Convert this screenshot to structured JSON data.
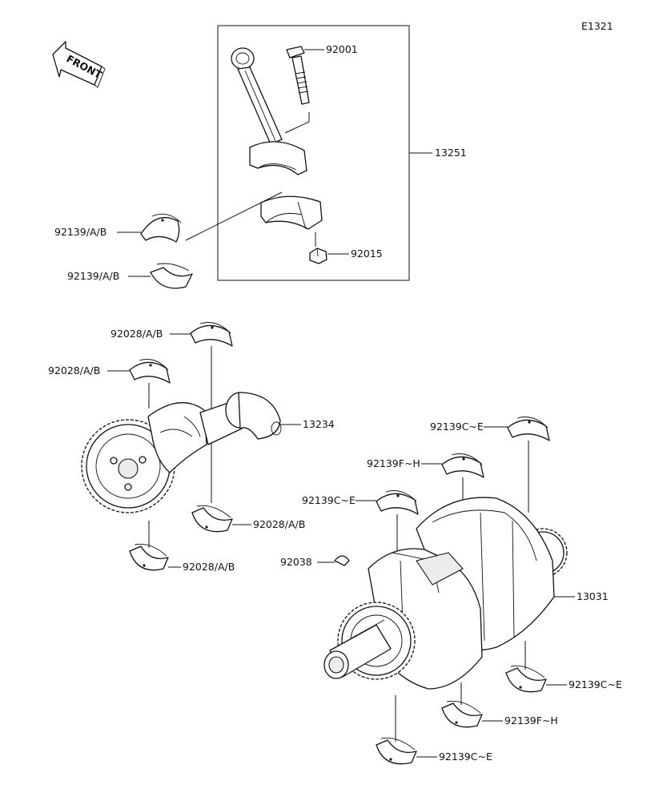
{
  "diagram_id": "E1321",
  "direction_label": "FRONT",
  "parts": {
    "bolt": "92001",
    "con_rod_assy": "13251",
    "nut": "92015",
    "rod_bearing_upper": "92139/A/B",
    "rod_bearing_lower": "92139/A/B",
    "balancer_bearing_top": "92028/A/B",
    "balancer_bearing_left": "92028/A/B",
    "balancer_shaft": "13234",
    "balancer_bearing_low1": "92028/A/B",
    "balancer_bearing_low2": "92028/A/B",
    "crank_bearing_top_right": "92139C~E",
    "crank_bearing_fh_top": "92139F~H",
    "crank_bearing_top_left": "92139C~E",
    "key": "92038",
    "crankshaft": "13031",
    "crank_bearing_bottom_right": "92139C~E",
    "crank_bearing_fh_bottom": "92139F~H",
    "crank_bearing_bottom_left": "92139C~E"
  }
}
